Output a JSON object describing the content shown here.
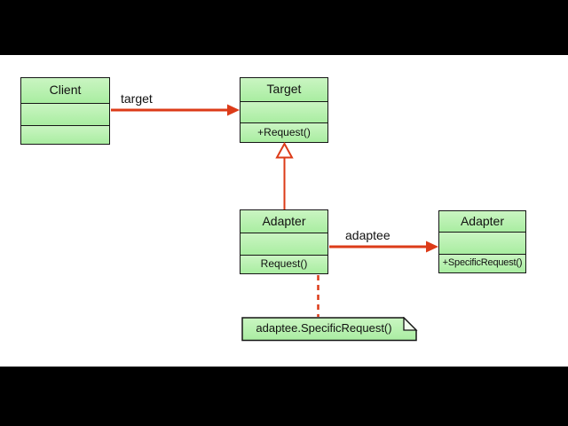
{
  "diagram": {
    "kind": "uml-class-diagram",
    "pattern": "Adapter"
  },
  "colors": {
    "letterbox": "#000000",
    "stage_bg": "#ffffff",
    "fill_top": "#caf5c2",
    "fill_bottom": "#a9eda1",
    "box_border": "#161616",
    "connector": "#dc3b18",
    "text": "#111111"
  },
  "classes": {
    "client": {
      "title": "Client",
      "attributes": "",
      "methods": ""
    },
    "target": {
      "title": "Target",
      "attributes": "",
      "methods": "+Request()"
    },
    "adapter": {
      "title": "Adapter",
      "attributes": "",
      "methods": "Request()"
    },
    "adaptee": {
      "title": "Adapter",
      "attributes": "",
      "methods": "+SpecificRequest()"
    }
  },
  "connectors": {
    "target_label": "target",
    "adaptee_label": "adaptee"
  },
  "note": {
    "text": "adaptee.SpecificRequest()"
  }
}
